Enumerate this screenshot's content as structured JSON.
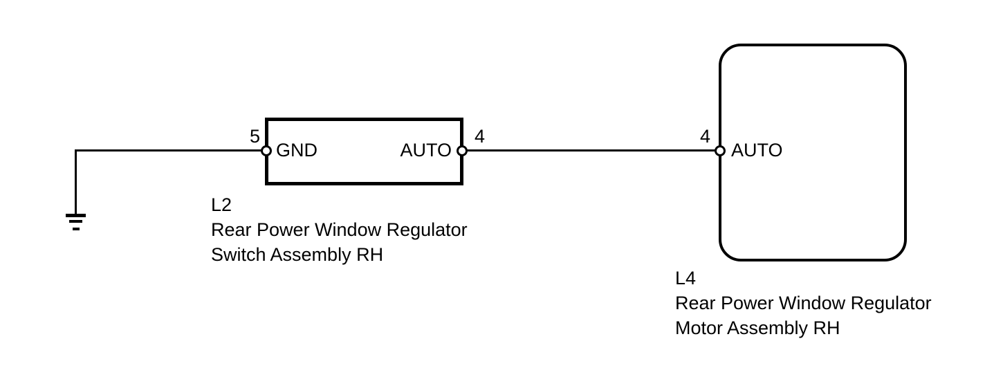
{
  "diagram": {
    "type": "wiring-diagram",
    "colors": {
      "line": "#000000",
      "background": "#ffffff"
    },
    "components": {
      "switch": {
        "code": "L2",
        "name_line1": "Rear Power Window Regulator",
        "name_line2": "Switch Assembly RH",
        "pins": {
          "gnd": {
            "number": "5",
            "label": "GND"
          },
          "auto": {
            "number": "4",
            "label": "AUTO"
          }
        }
      },
      "motor": {
        "code": "L4",
        "name_line1": "Rear Power Window Regulator",
        "name_line2": "Motor Assembly RH",
        "pins": {
          "auto": {
            "number": "4",
            "label": "AUTO"
          }
        }
      }
    },
    "connections": [
      {
        "from": "ground",
        "to": "L2 pin 5 (GND)"
      },
      {
        "from": "L2 pin 4 (AUTO)",
        "to": "L4 pin 4 (AUTO)"
      }
    ]
  }
}
